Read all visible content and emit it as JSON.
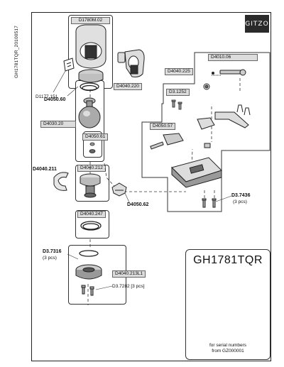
{
  "document": {
    "code": "GH1781TQR_20100517",
    "brand": "GITZO",
    "model": "GH1781TQR",
    "serial_note_line1": "for serial numbers",
    "serial_note_line2": "from GZ000001"
  },
  "parts": {
    "head_top": "D1780M.02",
    "knob": "D4040.220",
    "plate": "D1177.151",
    "ring_d4050_60": "D4050.60",
    "ball": "D4030.20",
    "screws_box": "D4050.61",
    "clip": "D4040.211",
    "base_box": "D4040.212",
    "lever": "D4050.62",
    "ring_d4040_247": "D4040.247",
    "base_screws": "D3.7316",
    "base_screws_qty": "(3 pcs)",
    "base_panel": "D4040.213L1",
    "small_screw": "D3.7282 [3 pcs]",
    "clamp_panel": "D4010.06",
    "bolt": "D4040.225",
    "screw_set": "D3.1252",
    "release": "D4050.57",
    "clamp_screws": "D3.7436",
    "clamp_screws_qty": "(3 pcs)"
  }
}
